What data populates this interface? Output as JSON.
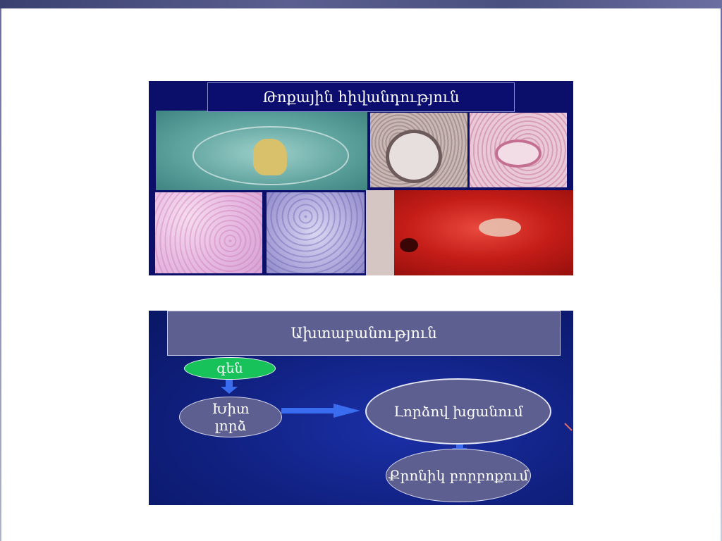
{
  "slide_top": {
    "title": "Թոքային հիվանդություն"
  },
  "slide_bottom": {
    "title": "Ախտաբանություն",
    "nodes": {
      "gene": "գեն",
      "sputum_line1": "Խիտ",
      "sputum_line2": "լորձ",
      "obstruction": "Լորձով խցանում",
      "bronchitis": "Քրոնիկ բորբոքում"
    }
  }
}
